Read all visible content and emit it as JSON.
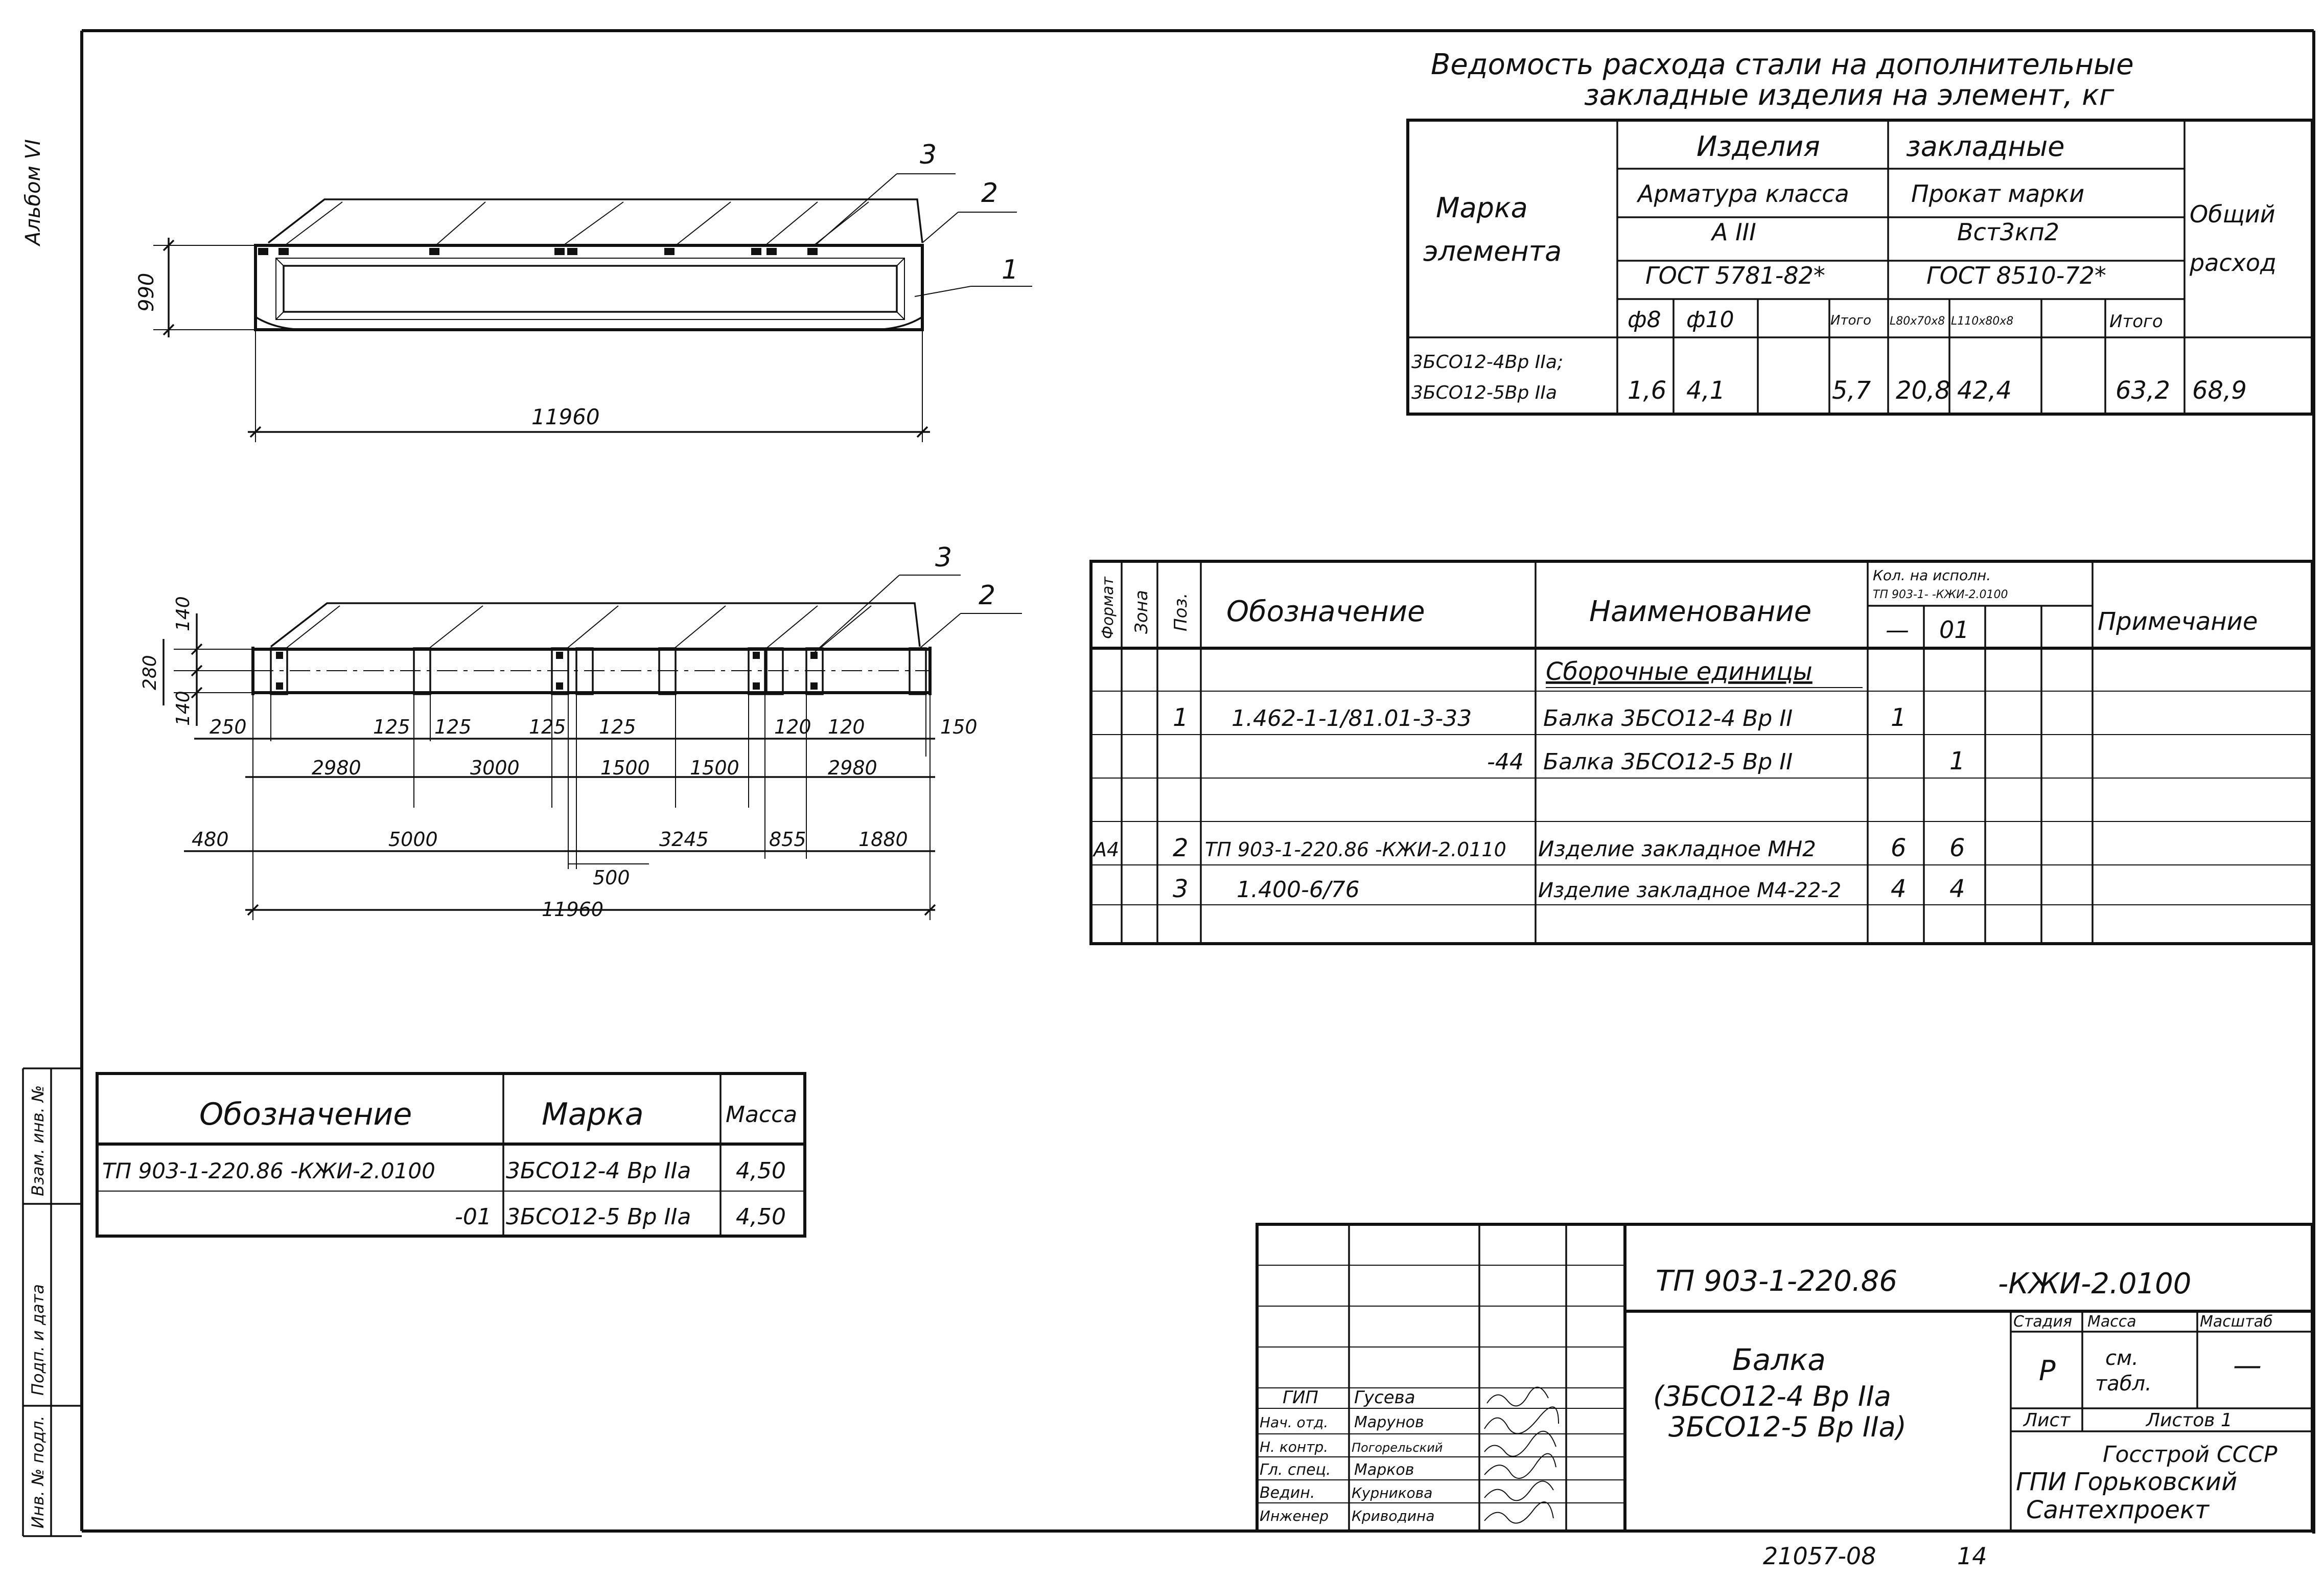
{
  "side_label": "Альбом VI",
  "steel_table": {
    "title1": "Ведомость расхода стали на дополнительные",
    "title2": "закладные изделия на элемент, кг",
    "h_mark": [
      "Марка",
      "элемента"
    ],
    "h_items": "Изделия",
    "h_embedded": "закладные",
    "h_rebar": "Арматура класса",
    "h_rebar_class": "А III",
    "h_rebar_std": "ГОСТ 5781-82*",
    "h_rolled": "Прокат марки",
    "h_rolled_grade": "Вст3кп2",
    "h_rolled_std": "ГОСТ 8510-72*",
    "h_total": [
      "Общий",
      "расход"
    ],
    "sub": [
      "ф8",
      "ф10",
      "",
      "Итого",
      "L80х70х8",
      "L110х80х8",
      "",
      "Итого"
    ],
    "row_mark": [
      "3БСО12-4Вр IIа;",
      "3БСО12-5Вр IIа"
    ],
    "row_values": [
      "1,6",
      "4,1",
      "",
      "5,7",
      "20,8",
      "42,4",
      "",
      "63,2",
      "68,9"
    ]
  },
  "spec_table": {
    "h_format": "Формат",
    "h_zone": "Зона",
    "h_pos": "Поз.",
    "h_designation": "Обозначение",
    "h_name": "Наименование",
    "h_qty": [
      "Кол. на исполн.",
      "ТП 903-1-  -КЖИ-2.0100"
    ],
    "h_qty_cols": [
      "—",
      "01"
    ],
    "h_note": "Примечание",
    "section": "Сборочные единицы",
    "rows": [
      {
        "format": "",
        "pos": "1",
        "designation": "1.462-1-1/81.01-3-33",
        "name": "Балка 3БСО12-4 Вр II",
        "q1": "1",
        "q2": ""
      },
      {
        "format": "",
        "pos": "",
        "designation": "-44",
        "name": "Балка 3БСО12-5 Вр II",
        "q1": "",
        "q2": "1"
      },
      {
        "format": "А4",
        "pos": "2",
        "designation": "ТП 903-1-220.86 -КЖИ-2.0110",
        "name": "Изделие закладное МН2",
        "q1": "6",
        "q2": "6"
      },
      {
        "format": "",
        "pos": "3",
        "designation": "1.400-6/76",
        "name": "Изделие закладное М4-22-2",
        "q1": "4",
        "q2": "4"
      }
    ]
  },
  "variants_table": {
    "h_designation": "Обозначение",
    "h_mark": "Марка",
    "h_mass": "Масса",
    "rows": [
      {
        "designation": "ТП 903-1-220.86 -КЖИ-2.0100",
        "mark": "3БСО12-4 Вр IIа",
        "mass": "4,50"
      },
      {
        "designation": "-01",
        "mark": "3БСО12-5 Вр IIа",
        "mass": "4,50"
      }
    ]
  },
  "left_strip": [
    "Взам. инв. №",
    "Подп. и дата",
    "Инв. № подл."
  ],
  "drawing_top": {
    "dim_height": "990",
    "dim_length": "11960",
    "callouts": [
      "1",
      "2",
      "3"
    ]
  },
  "drawing_plan": {
    "dim_width": "280",
    "dim_half": "140",
    "callouts": [
      "3",
      "2"
    ],
    "row1": [
      "250",
      "125",
      "125",
      "125",
      "125",
      "120",
      "120",
      "150"
    ],
    "row2": [
      "2980",
      "3000",
      "1500",
      "1500",
      "2980"
    ],
    "row3": [
      "480",
      "5000",
      "3245",
      "855",
      "1880"
    ],
    "dim_500": "500",
    "dim_length": "11960"
  },
  "title_block": {
    "code": "ТП 903-1-220.86",
    "suffix": "-КЖИ-2.0100",
    "name": [
      "Балка",
      "(3БСО12-4 Вр IIа",
      "3БСО12-5 Вр IIа)"
    ],
    "h_stage": "Стадия",
    "h_mass": "Масса",
    "h_scale": "Масштаб",
    "stage": "Р",
    "mass": [
      "см.",
      "табл."
    ],
    "scale": "—",
    "sheet": "Лист",
    "sheets": "Листов 1",
    "org": [
      "Госстрой СССР",
      "ГПИ Горьковский",
      "Сантехпроект"
    ],
    "roles": [
      "ГИП",
      "Нач. отд.",
      "Н. контр.",
      "Гл. спец.",
      "Ведин.",
      "Инженер"
    ],
    "names": [
      "Гусева",
      "Марунов",
      "Погорельский",
      "Марков",
      "Курникова",
      "Криводина"
    ]
  },
  "bottom": {
    "number": "21057-08",
    "page": "14"
  }
}
